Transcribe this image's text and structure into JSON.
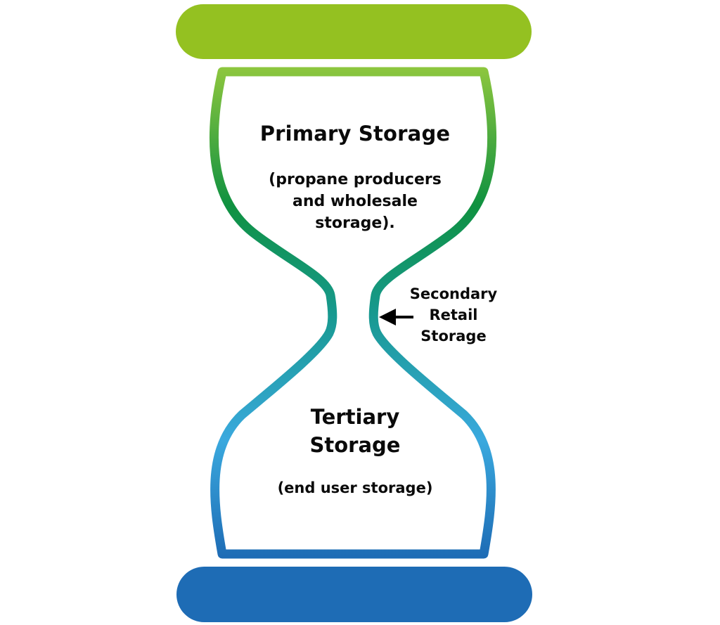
{
  "diagram": {
    "primary": {
      "title": "Primary Storage",
      "description_lines": [
        "(propane producers",
        "and wholesale",
        "storage)."
      ]
    },
    "secondary": {
      "label_lines": [
        "Secondary",
        "Retail",
        "Storage"
      ]
    },
    "tertiary": {
      "title_lines": [
        "Tertiary",
        "Storage"
      ],
      "description": "(end user storage)"
    }
  },
  "colors": {
    "top_cap": "#94c121",
    "bottom_cap": "#1e6cb5",
    "outline_top": "#8cc63e",
    "outline_upper_mid": "#0f9140",
    "outline_neck": "#17998f",
    "outline_lower": "#3aa9de",
    "outline_bottom": "#1e6cb5",
    "arrow": "#000000",
    "text": "#0a0a0a"
  }
}
